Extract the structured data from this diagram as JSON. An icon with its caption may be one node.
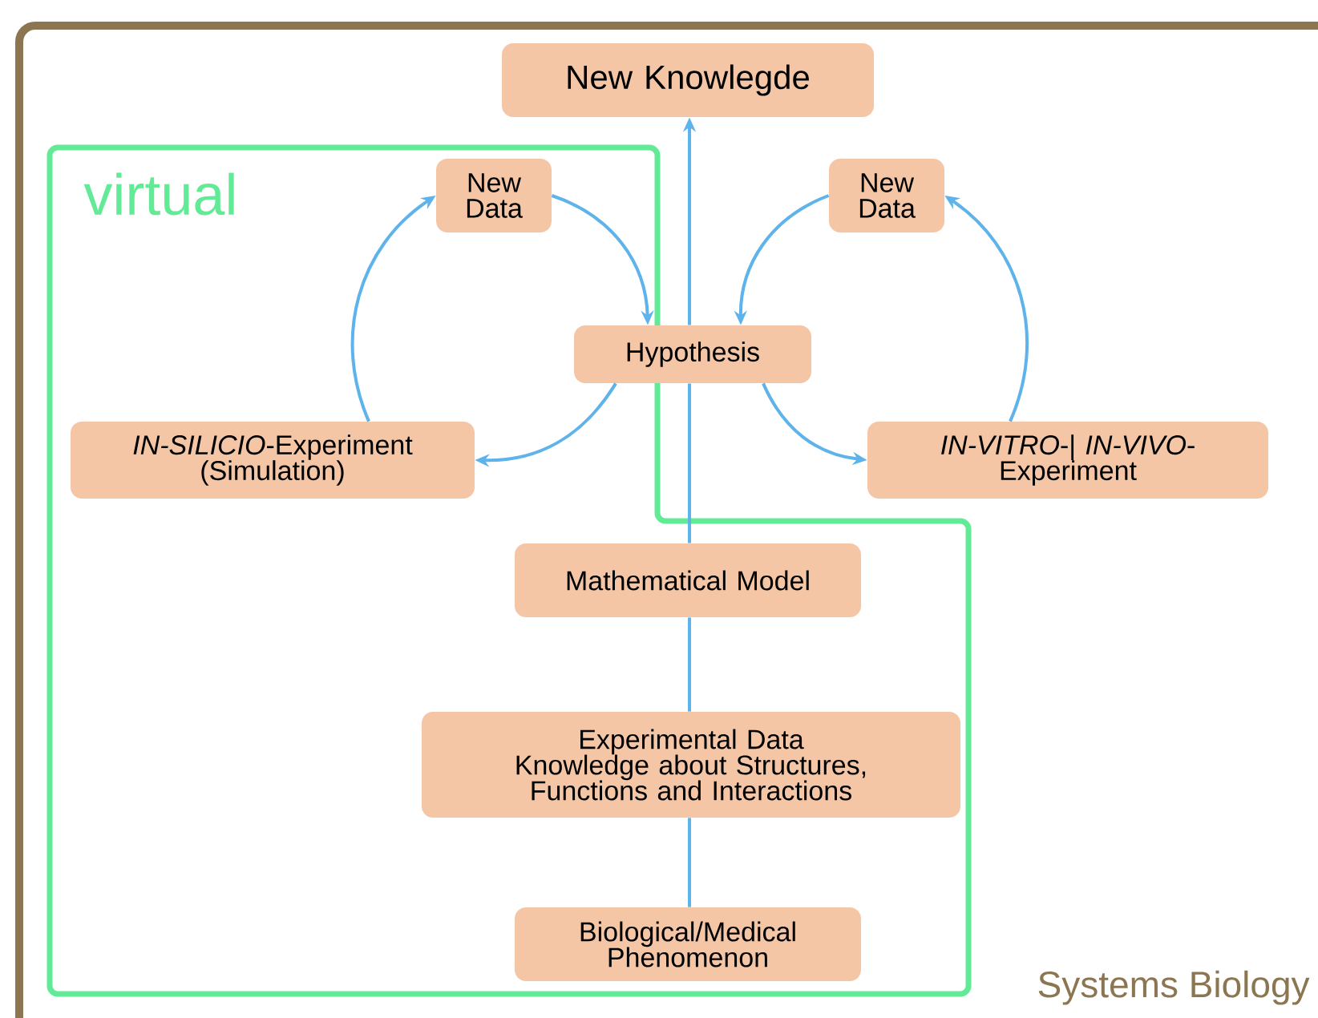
{
  "diagram": {
    "nodes": [
      {
        "text": [
          "Systems Biology"
        ]
      },
      {
        "text": [
          "New Knowlegde"
        ],
        "in": 0
      },
      {
        "text": [
          "virtual"
        ],
        "in": 0
      },
      {
        "text": [
          "New Data"
        ],
        "in": 2
      },
      {
        "text": [
          "New Data"
        ],
        "in": 0
      },
      {
        "text": [
          "Hypothesis"
        ],
        "in": 0
      },
      {
        "text": [
          "*IN-SILICIO*-Experiment (Simulation)"
        ],
        "in": 2
      },
      {
        "text": [
          "*IN-VITRO*-| *IN-VIVO*- Experiment"
        ],
        "in": 0
      },
      {
        "text": [
          "Mathematical Model"
        ],
        "in": 2
      },
      {
        "text": [
          "Experimental Data Knowledge about Structures, Functions and Interactions"
        ],
        "in": 2
      },
      {
        "text": [
          "Biological/Medical Phenomenon"
        ],
        "in": 2
      }
    ],
    "edges": [
      {
        "from": 3,
        "to": 5,
        "arrow": "to"
      },
      {
        "from": 5,
        "to": 6,
        "arrow": "to"
      },
      {
        "from": 6,
        "to": 3,
        "arrow": "to"
      },
      {
        "from": 4,
        "to": 5,
        "arrow": "to"
      },
      {
        "from": 5,
        "to": 7,
        "arrow": "to"
      },
      {
        "from": 7,
        "to": 4,
        "arrow": "to"
      },
      {
        "from": 10,
        "to": 9,
        "arrow": "none"
      },
      {
        "from": 9,
        "to": 8,
        "arrow": "none"
      },
      {
        "from": 8,
        "to": 5,
        "arrow": "none"
      },
      {
        "from": 5,
        "to": 1,
        "arrow": "to"
      }
    ]
  }
}
